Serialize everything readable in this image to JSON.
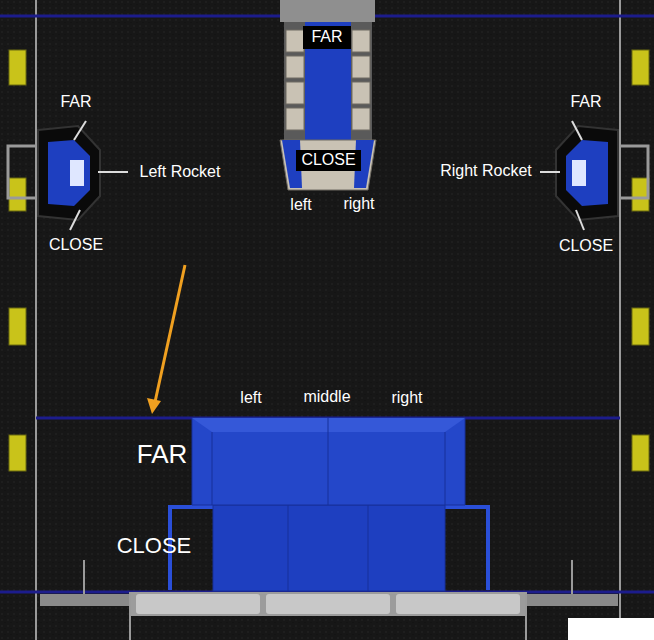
{
  "diagram": {
    "nodes": [
      {
        "text": [
          "FAR"
        ]
      },
      {
        "text": [
          "CLOSE"
        ]
      }
    ],
    "labels": [
      "left",
      "right",
      "FAR",
      "Left Rocket",
      "CLOSE",
      "FAR",
      "Right Rocket",
      "CLOSE",
      "left",
      "middle",
      "right",
      "FAR",
      "CLOSE"
    ]
  }
}
